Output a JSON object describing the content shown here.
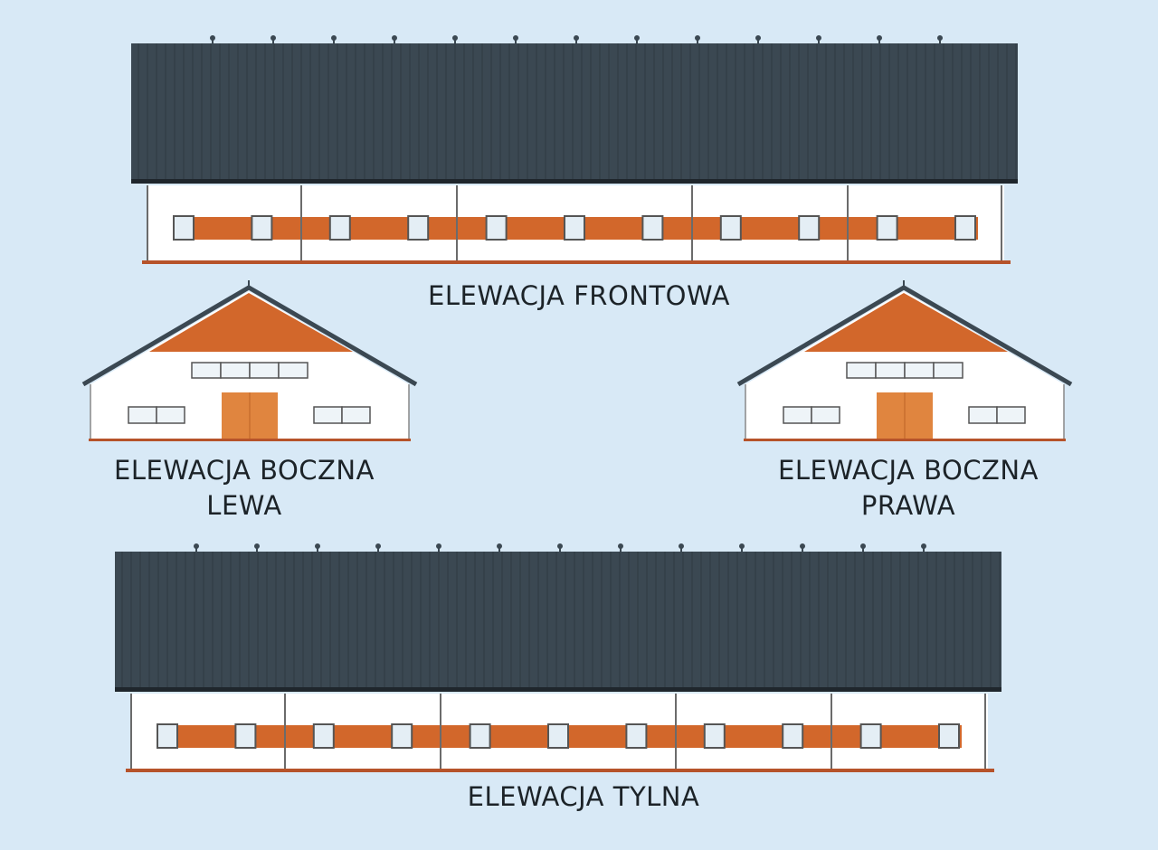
{
  "labels": {
    "front": "ELEWACJA FRONTOWA",
    "left_line1": "ELEWACJA BOCZNA",
    "left_line2": "LEWA",
    "right_line1": "ELEWACJA BOCZNA",
    "right_line2": "PRAWA",
    "rear": "ELEWACJA TYLNA"
  },
  "colors": {
    "background": "#d8e9f6",
    "roof": "#3b4852",
    "wall": "#ffffff",
    "cladding": "#d2672b",
    "door": "#e0853f",
    "outline": "#555555"
  }
}
